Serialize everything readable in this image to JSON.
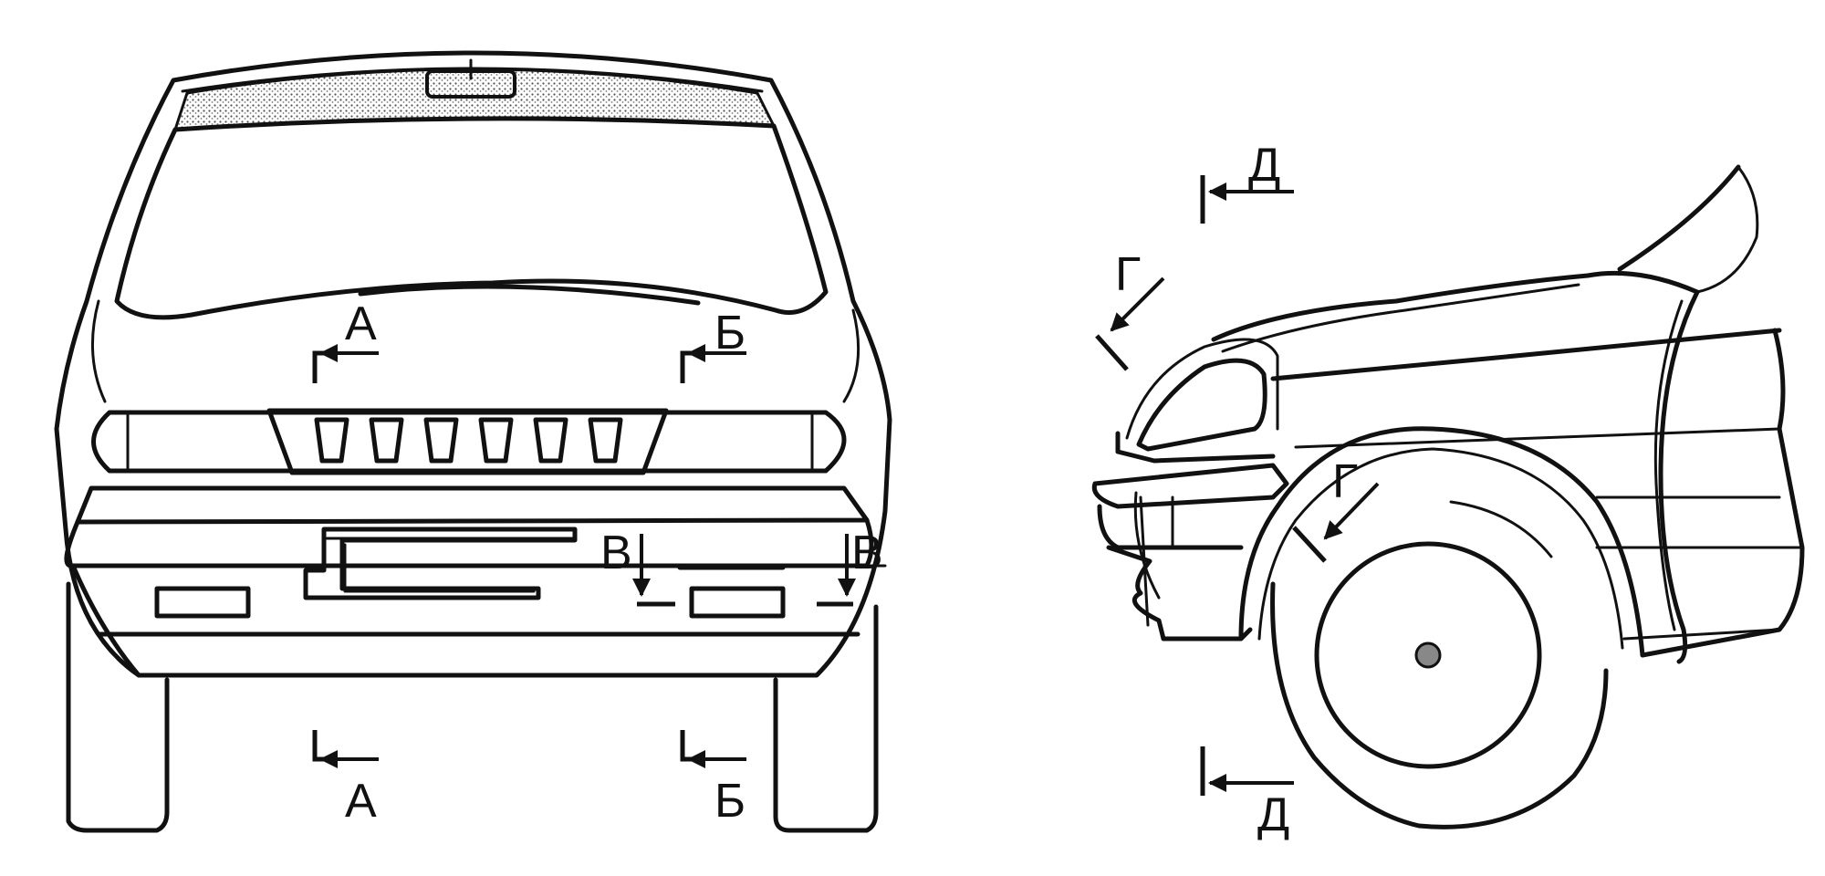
{
  "section_labels": {
    "a": "А",
    "b": "Б",
    "v": "В",
    "g": "Г",
    "d": "Д"
  },
  "colors": {
    "line": "#111111",
    "stipple": "#8a8a8a",
    "hub": "#888888"
  }
}
